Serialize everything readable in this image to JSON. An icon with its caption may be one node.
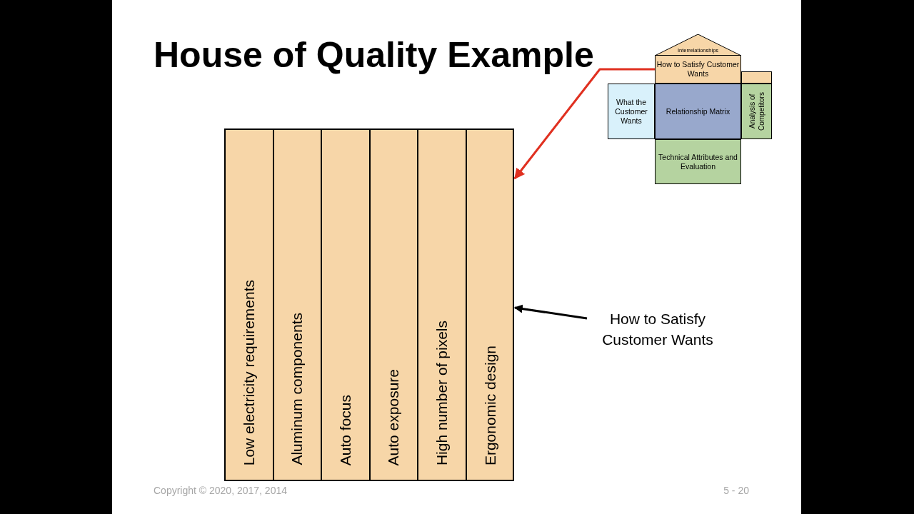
{
  "diagram": {
    "title": "House of Quality Example",
    "nodes": [
      {
        "text": [],
        "shape": "box"
      },
      {
        "text": [
          "Low electricity requirements"
        ],
        "in": 0
      },
      {
        "text": [
          "Aluminum components"
        ],
        "in": 0
      },
      {
        "text": [
          "Auto focus"
        ],
        "in": 0
      },
      {
        "text": [
          "Auto exposure"
        ],
        "in": 0
      },
      {
        "text": [
          "High number of pixels"
        ],
        "in": 0
      },
      {
        "text": [
          "Ergonomic design"
        ],
        "in": 0
      },
      {
        "text": [
          "Interrelationships"
        ]
      },
      {
        "text": [
          "How to Satisfy Customer Wants"
        ]
      },
      {
        "text": [],
        "shape": "box"
      },
      {
        "text": [
          "What the Customer Wants"
        ]
      },
      {
        "text": [
          "Relationship Matrix"
        ]
      },
      {
        "text": [
          "Analysis of Competitors"
        ]
      },
      {
        "text": [
          "Technical Attributes and Evaluation"
        ]
      },
      {
        "text": [
          "How to Satisfy Customer Wants"
        ]
      }
    ],
    "edges": [
      {
        "from": 8,
        "to": 0,
        "arrow": "to",
        "color": "#e03020"
      },
      {
        "from": 14,
        "to": 0,
        "arrow": "to",
        "color": "#000000"
      }
    ],
    "labels": [
      "Copyright © 2020, 2017, 2014",
      "5 - 20"
    ]
  }
}
